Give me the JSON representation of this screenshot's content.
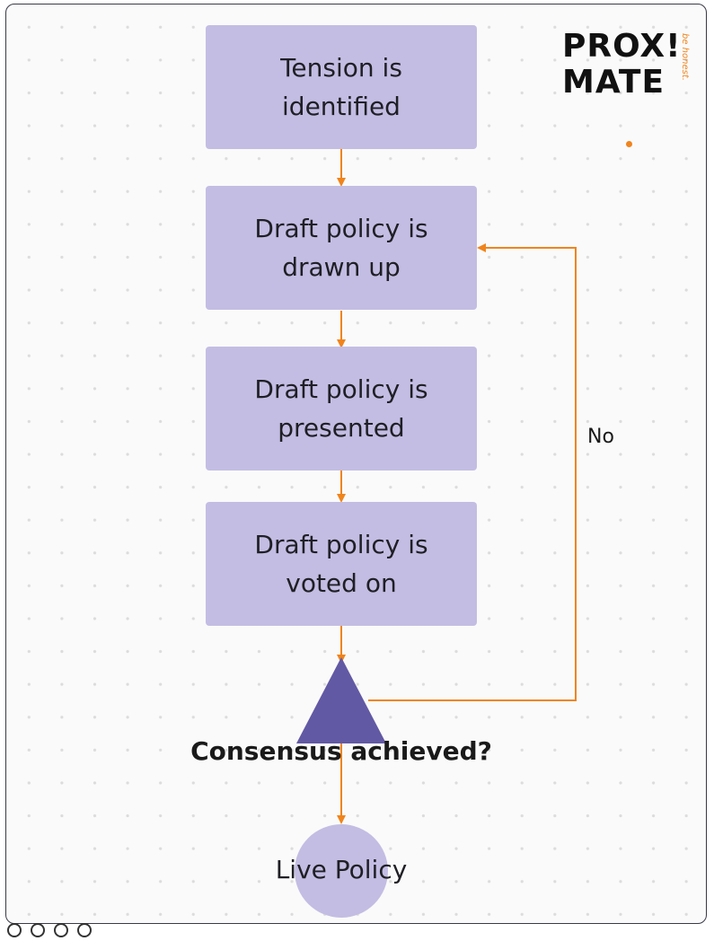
{
  "diagram": {
    "steps": [
      {
        "id": "step-1",
        "label": "Tension is\nidentified"
      },
      {
        "id": "step-2",
        "label": "Draft policy is\ndrawn up"
      },
      {
        "id": "step-3",
        "label": "Draft policy is\npresented"
      },
      {
        "id": "step-4",
        "label": "Draft policy is\nvoted on"
      }
    ],
    "decision": {
      "label": "Consensus achieved?"
    },
    "loop_label": "No",
    "end": {
      "label": "Live Policy"
    },
    "colors": {
      "box_fill": "#c3bde3",
      "decision_fill": "#6259a4",
      "connector": "#f0841c",
      "text": "#1f1f25"
    }
  },
  "logo": {
    "line1": "PROX!",
    "line2": "MATE",
    "tagline": "be honest."
  }
}
